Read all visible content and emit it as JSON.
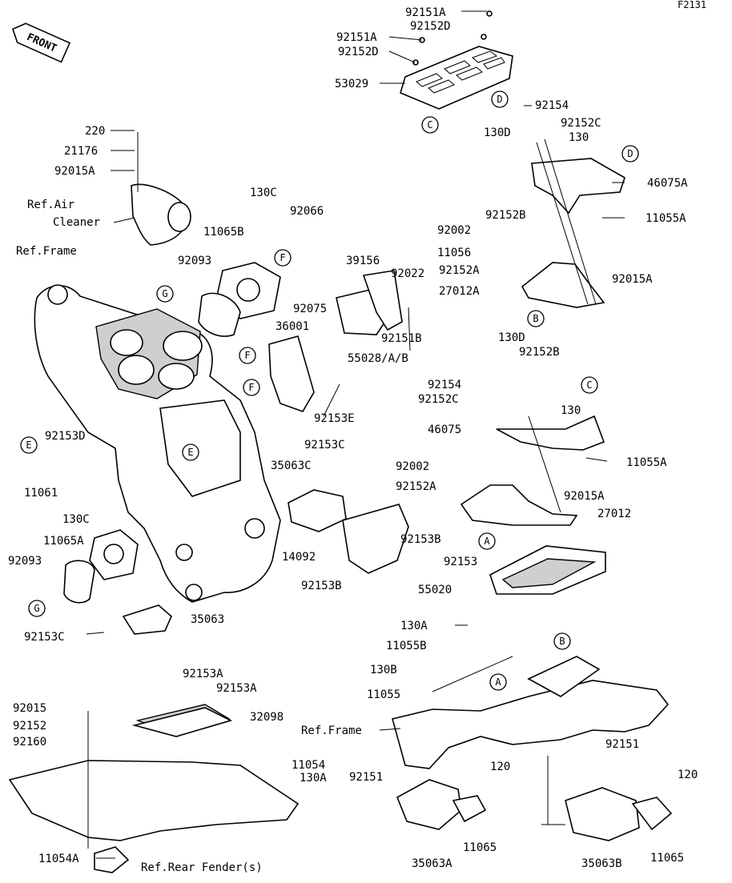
{
  "figure_code": "F2131",
  "front_badge": "FRONT",
  "labels": [
    {
      "id": "92151A-top",
      "text": "92151A"
    },
    {
      "id": "92152D-top",
      "text": "92152D"
    },
    {
      "id": "92151A-mid",
      "text": "92151A"
    },
    {
      "id": "92152D-mid",
      "text": "92152D"
    },
    {
      "id": "53029",
      "text": "53029"
    },
    {
      "id": "92154-top",
      "text": "92154"
    },
    {
      "id": "92152C-top",
      "text": "92152C"
    },
    {
      "id": "130D-top",
      "text": "130D"
    },
    {
      "id": "130-top",
      "text": "130"
    },
    {
      "id": "46075A",
      "text": "46075A"
    },
    {
      "id": "92152B-top",
      "text": "92152B"
    },
    {
      "id": "11055A-top",
      "text": "11055A"
    },
    {
      "id": "220",
      "text": "220"
    },
    {
      "id": "21176",
      "text": "21176"
    },
    {
      "id": "92015A-left",
      "text": "92015A"
    },
    {
      "id": "ref-air",
      "text": "Ref.Air"
    },
    {
      "id": "ref-cleaner",
      "text": "Cleaner"
    },
    {
      "id": "130C-top",
      "text": "130C"
    },
    {
      "id": "92066",
      "text": "92066"
    },
    {
      "id": "11065B",
      "text": "11065B"
    },
    {
      "id": "ref-frame-top",
      "text": "Ref.Frame"
    },
    {
      "id": "92093-top",
      "text": "92093"
    },
    {
      "id": "39156",
      "text": "39156"
    },
    {
      "id": "92002-top",
      "text": "92002"
    },
    {
      "id": "11056",
      "text": "11056"
    },
    {
      "id": "92152A-top",
      "text": "92152A"
    },
    {
      "id": "27012A",
      "text": "27012A"
    },
    {
      "id": "92015A-right",
      "text": "92015A"
    },
    {
      "id": "92022",
      "text": "92022"
    },
    {
      "id": "92075",
      "text": "92075"
    },
    {
      "id": "92151B",
      "text": "92151B"
    },
    {
      "id": "36001",
      "text": "36001"
    },
    {
      "id": "55028",
      "text": "55028/A/B"
    },
    {
      "id": "130D-mid",
      "text": "130D"
    },
    {
      "id": "92152B-mid",
      "text": "92152B"
    },
    {
      "id": "92154-mid",
      "text": "92154"
    },
    {
      "id": "92152C-mid",
      "text": "92152C"
    },
    {
      "id": "130-mid",
      "text": "130"
    },
    {
      "id": "46075",
      "text": "46075"
    },
    {
      "id": "92153E",
      "text": "92153E"
    },
    {
      "id": "92153D",
      "text": "92153D"
    },
    {
      "id": "11061",
      "text": "11061"
    },
    {
      "id": "92153C-mid",
      "text": "92153C"
    },
    {
      "id": "35063C",
      "text": "35063C"
    },
    {
      "id": "11055A-mid",
      "text": "11055A"
    },
    {
      "id": "92002-mid",
      "text": "92002"
    },
    {
      "id": "92152A-mid",
      "text": "92152A"
    },
    {
      "id": "92015A-mid",
      "text": "92015A"
    },
    {
      "id": "27012",
      "text": "27012"
    },
    {
      "id": "130C-mid",
      "text": "130C"
    },
    {
      "id": "11065A",
      "text": "11065A"
    },
    {
      "id": "92153B-a",
      "text": "92153B"
    },
    {
      "id": "14092",
      "text": "14092"
    },
    {
      "id": "92093-mid",
      "text": "92093"
    },
    {
      "id": "92153-mid",
      "text": "92153"
    },
    {
      "id": "55020",
      "text": "55020"
    },
    {
      "id": "92153B-b",
      "text": "92153B"
    },
    {
      "id": "35063",
      "text": "35063"
    },
    {
      "id": "130A-mid",
      "text": "130A"
    },
    {
      "id": "92153C-low",
      "text": "92153C"
    },
    {
      "id": "11055B",
      "text": "11055B"
    },
    {
      "id": "130B",
      "text": "130B"
    },
    {
      "id": "92153A-a",
      "text": "92153A"
    },
    {
      "id": "92153A-b",
      "text": "92153A"
    },
    {
      "id": "11055",
      "text": "11055"
    },
    {
      "id": "92015",
      "text": "92015"
    },
    {
      "id": "32098",
      "text": "32098"
    },
    {
      "id": "92152",
      "text": "92152"
    },
    {
      "id": "ref-frame-low",
      "text": "Ref.Frame"
    },
    {
      "id": "92160",
      "text": "92160"
    },
    {
      "id": "92151-right",
      "text": "92151"
    },
    {
      "id": "11054",
      "text": "11054"
    },
    {
      "id": "130A-low",
      "text": "130A"
    },
    {
      "id": "120-a",
      "text": "120"
    },
    {
      "id": "120-b",
      "text": "120"
    },
    {
      "id": "92151-low",
      "text": "92151"
    },
    {
      "id": "11054A",
      "text": "11054A"
    },
    {
      "id": "ref-rear-fender",
      "text": "Ref.Rear Fender(s)"
    },
    {
      "id": "35063A",
      "text": "35063A"
    },
    {
      "id": "11065-a",
      "text": "11065"
    },
    {
      "id": "35063B",
      "text": "35063B"
    },
    {
      "id": "11065-b",
      "text": "11065"
    }
  ],
  "callouts": [
    {
      "id": "D-top",
      "text": "D"
    },
    {
      "id": "C-top",
      "text": "C"
    },
    {
      "id": "D-right",
      "text": "D"
    },
    {
      "id": "F-a",
      "text": "F"
    },
    {
      "id": "G-top",
      "text": "G"
    },
    {
      "id": "B-mid",
      "text": "B"
    },
    {
      "id": "F-b",
      "text": "F"
    },
    {
      "id": "F-c",
      "text": "F"
    },
    {
      "id": "C-mid",
      "text": "C"
    },
    {
      "id": "E-left",
      "text": "E"
    },
    {
      "id": "E-frame",
      "text": "E"
    },
    {
      "id": "A-mid",
      "text": "A"
    },
    {
      "id": "G-low",
      "text": "G"
    },
    {
      "id": "B-low",
      "text": "B"
    },
    {
      "id": "A-low",
      "text": "A"
    }
  ]
}
